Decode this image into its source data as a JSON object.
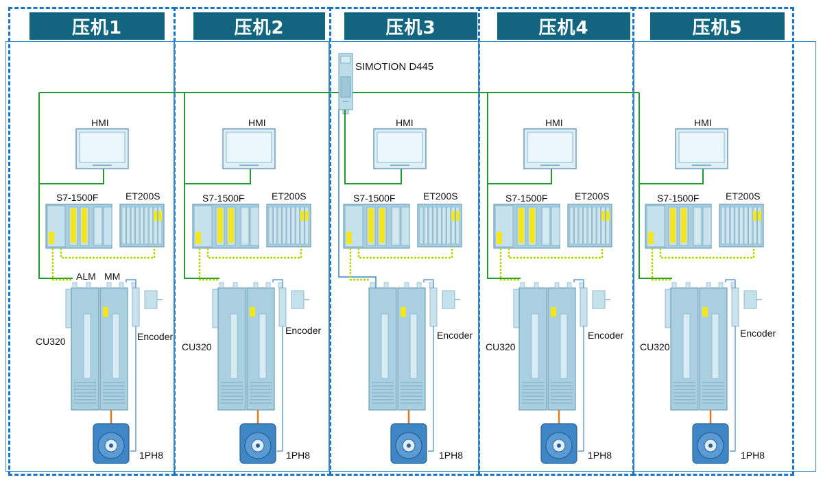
{
  "presses": [
    {
      "title": "压机1",
      "labels": {
        "hmi": "HMI",
        "plc": "S7-1500F",
        "io": "ET200S",
        "alm": "ALM",
        "mm": "MM",
        "cu": "CU320",
        "encoder": "Encoder",
        "motor": "1PH8"
      }
    },
    {
      "title": "压机2",
      "labels": {
        "hmi": "HMI",
        "plc": "S7-1500F",
        "io": "ET200S",
        "cu": "CU320",
        "encoder": "Encoder",
        "motor": "1PH8"
      }
    },
    {
      "title": "压机3",
      "labels": {
        "hmi": "HMI",
        "plc": "S7-1500F",
        "io": "ET200S",
        "encoder": "Encoder",
        "motor": "1PH8"
      }
    },
    {
      "title": "压机4",
      "labels": {
        "hmi": "HMI",
        "plc": "S7-1500F",
        "io": "ET200S",
        "cu": "CU320",
        "encoder": "Encoder",
        "motor": "1PH8"
      }
    },
    {
      "title": "压机5",
      "labels": {
        "hmi": "HMI",
        "plc": "S7-1500F",
        "io": "ET200S",
        "cu": "CU320",
        "encoder": "Encoder",
        "motor": "1PH8"
      }
    }
  ],
  "central": {
    "label": "SIMOTION D445"
  },
  "colors": {
    "header_bg": "#13657f",
    "border_dash": "#1a74c4",
    "network_line": "#1e9a2e",
    "profibus_line": "#b8d400",
    "device_body": "#a9cfe0",
    "module_yellow": "#f3e61a",
    "motor_blue": "#3f86c6"
  }
}
